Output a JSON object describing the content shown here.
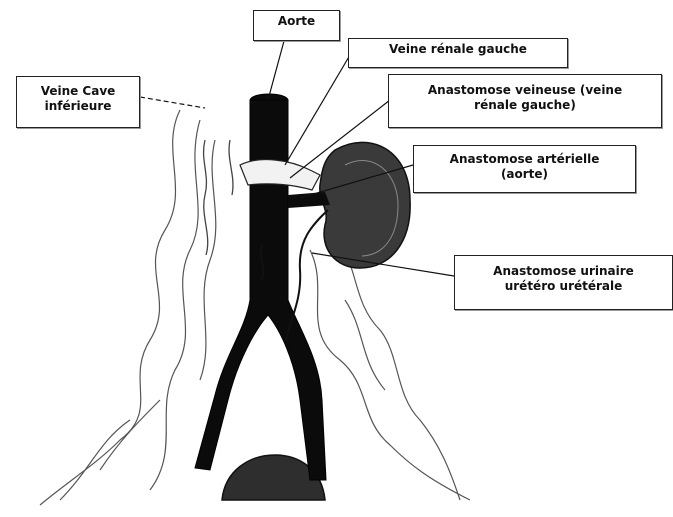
{
  "labels": {
    "aorte": "Aorte",
    "veine_renale_gauche": "Veine rénale gauche",
    "veine_cave_inferieure": "Veine Cave\ninférieure",
    "anastomose_veineuse": "Anastomose veineuse (veine\nrénale gauche)",
    "anastomose_arterielle": "Anastomose artérielle\n(aorte)",
    "anastomose_urinaire": "Anastomose urinaire\nurétéro urétérale"
  },
  "colors": {
    "vessel": "#0b0b0b",
    "line": "#111111",
    "background": "#ffffff"
  }
}
